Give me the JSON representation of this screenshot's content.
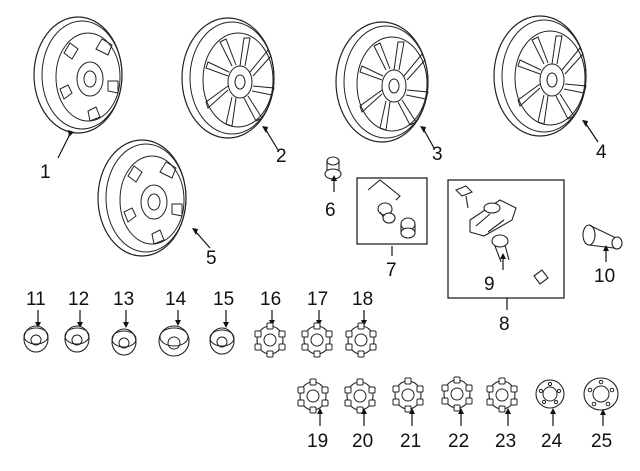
{
  "callouts": {
    "c1": "1",
    "c2": "2",
    "c3": "3",
    "c4": "4",
    "c5": "5",
    "c6": "6",
    "c7": "7",
    "c8": "8",
    "c9": "9",
    "c10": "10",
    "c11": "11",
    "c12": "12",
    "c13": "13",
    "c14": "14",
    "c15": "15",
    "c16": "16",
    "c17": "17",
    "c18": "18",
    "c19": "19",
    "c20": "20",
    "c21": "21",
    "c22": "22",
    "c23": "23",
    "c24": "24",
    "c25": "25"
  },
  "icons": {
    "wheel": "wheel-icon",
    "lug_nut": "lug-nut-icon",
    "lock_kit": "wheel-lock-kit-icon",
    "tpms_sensor": "tpms-sensor-icon",
    "valve_stem": "valve-stem-icon",
    "center_cap": "center-cap-icon"
  }
}
